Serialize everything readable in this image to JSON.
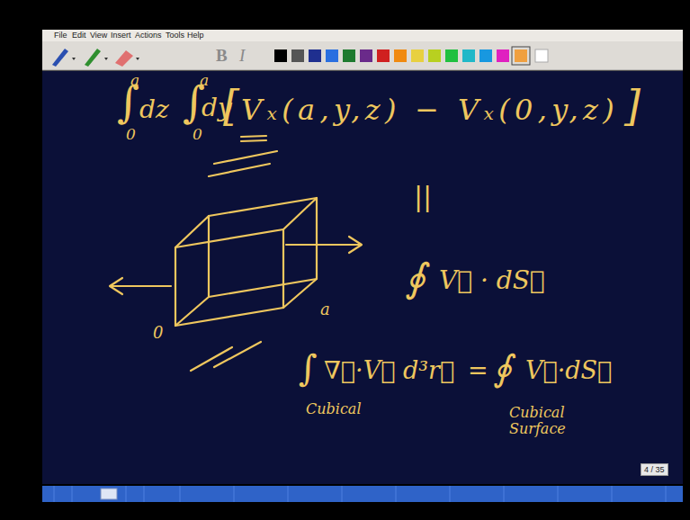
{
  "diagram": {
    "labels": [
      "File",
      "Edit",
      "View",
      "Insert",
      "Actions",
      "Tools",
      "Help",
      "B",
      "I",
      "a",
      "∫",
      "dz",
      "0",
      "a",
      "∫",
      "dy",
      "0",
      "[",
      "Vₓ(a,y,z) − Vₓ(0,y,z)",
      "]",
      "||",
      "∮",
      "V⃗ · dS⃗",
      "0",
      "a",
      "∫",
      "∇⃗·V⃗ d³r⃗",
      "=",
      "∮",
      "V⃗·dS⃗",
      "Cubical",
      "Cubical Surface",
      "4 / 35"
    ]
  }
}
